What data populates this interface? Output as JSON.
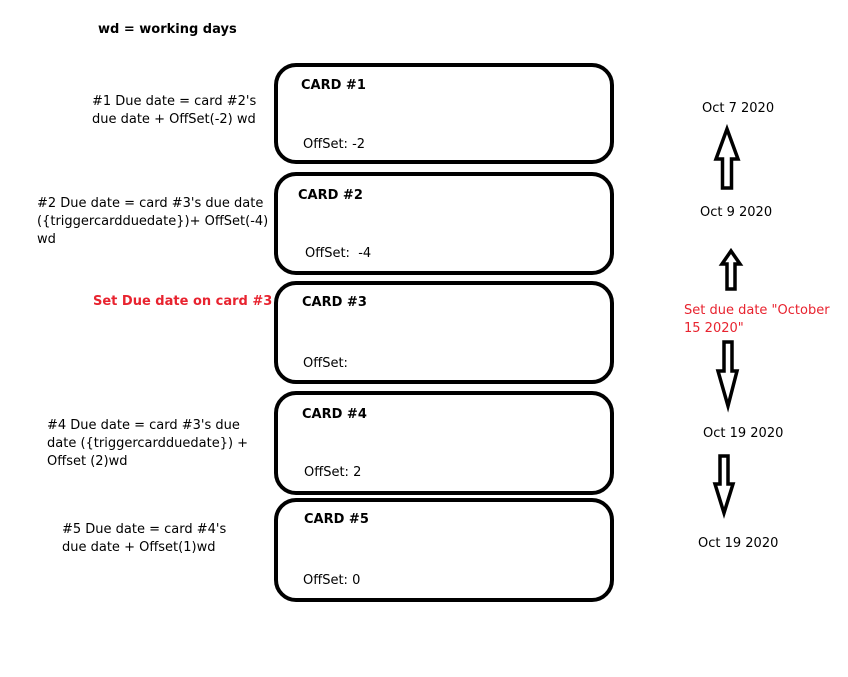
{
  "legend": "wd = working days",
  "descriptions": {
    "d1": [
      "#1 Due date = card #2's",
      "due date + OffSet(-2) wd"
    ],
    "d2": [
      "#2 Due date = card #3's due date",
      "({triggercardduedate})+ OffSet(-4)",
      " wd"
    ],
    "d3": "Set Due date on card #3",
    "d4": [
      "#4 Due date = card #3's due",
      "date ({triggercardduedate}) +",
      "Offset (2)wd"
    ],
    "d5": [
      "#5 Due date = card #4's",
      "due date + Offset(1)wd"
    ]
  },
  "cards": [
    {
      "title": "CARD #1",
      "offset_label": "OffSet:",
      "offset_value": "-2"
    },
    {
      "title": "CARD #2",
      "offset_label": "OffSet:",
      "offset_value": "-4"
    },
    {
      "title": "CARD #3",
      "offset_label": "OffSet:",
      "offset_value": ""
    },
    {
      "title": "CARD #4",
      "offset_label": "OffSet:",
      "offset_value": "2"
    },
    {
      "title": "CARD #5",
      "offset_label": "OffSet:",
      "offset_value": "0"
    }
  ],
  "dates": {
    "card1": "Oct 7 2020",
    "card2": "Oct 9 2020",
    "card4": "Oct 19 2020",
    "card5": "Oct 19 2020"
  },
  "trigger_note": [
    "Set due date \"October",
    "15 2020\""
  ],
  "colors": {
    "accent_red": "#e8232f",
    "outline": "#000000"
  }
}
